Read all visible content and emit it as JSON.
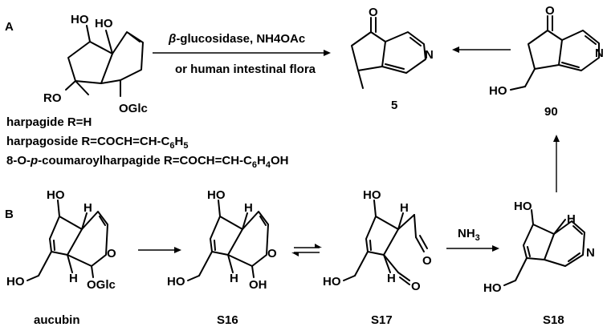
{
  "sections": {
    "a_label": "A",
    "b_label": "B"
  },
  "reaction_a": {
    "conditions_line1_prefix": "β",
    "conditions_line1_rest": "-glucosidase, NH4OAc",
    "conditions_line2": "or human intestinal flora"
  },
  "compounds": {
    "c5": "5",
    "c90": "90",
    "aucubin": "aucubin",
    "s16": "S16",
    "s17": "S17",
    "s18": "S18"
  },
  "atom_labels": {
    "ho": "HO",
    "oh": "OH",
    "o": "O",
    "n": "N",
    "h": "H",
    "ro": "RO",
    "oglc": "OGlc",
    "nh3": "NH",
    "nh3_sub": "3"
  },
  "legend": {
    "line1": "harpagide R=H",
    "line2_main": "harpagoside R=COCH=CH-C",
    "line2_sub1": "6",
    "line2_tail": "H",
    "line2_sub2": "5",
    "line3_prefix": "8-O-",
    "line3_ital": "p",
    "line3_main": "-coumaroylharpagide R=COCH=CH-C",
    "line3_sub1": "6",
    "line3_mid": "H",
    "line3_sub2": "4",
    "line3_tail": "OH"
  }
}
